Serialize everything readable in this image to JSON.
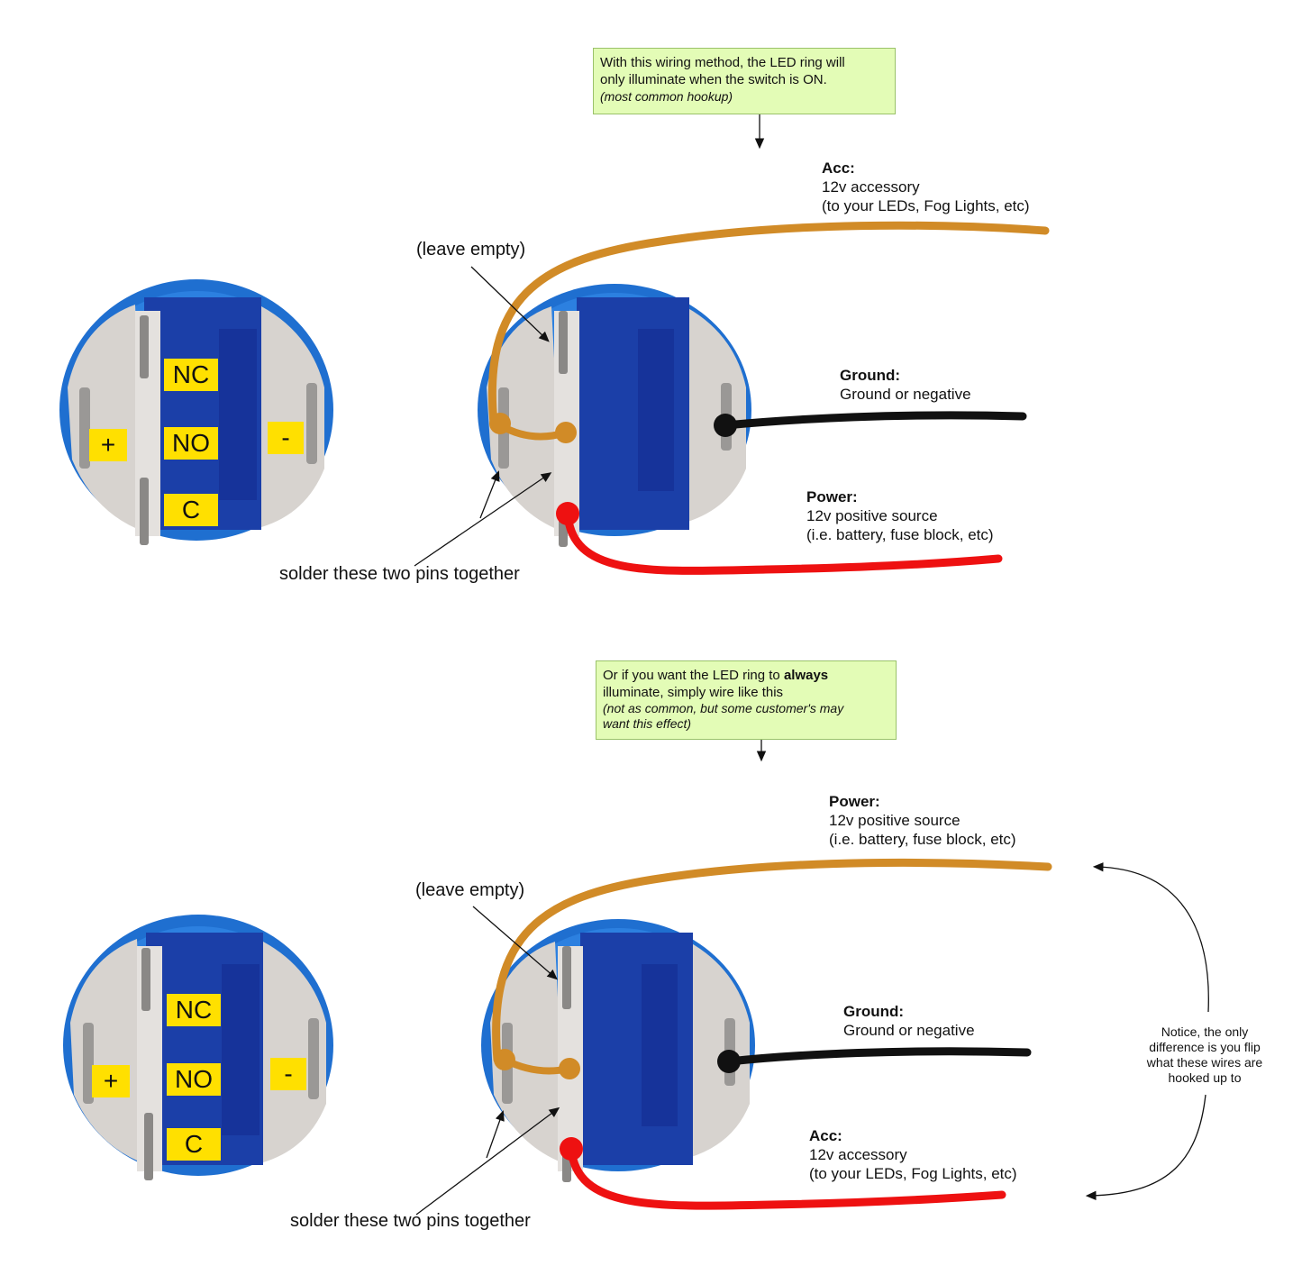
{
  "top": {
    "note_line1": "With this wiring method, the LED ring will",
    "note_line2": "only illuminate when the switch is ON.",
    "note_italic": "(most common hookup)",
    "acc_title": "Acc:",
    "acc_line1": "12v accessory",
    "acc_line2": "(to your LEDs, Fog Lights, etc)",
    "ground_title": "Ground:",
    "ground_line1": "Ground or negative",
    "power_title": "Power:",
    "power_line1": "12v positive source",
    "power_line2": "(i.e. battery, fuse block, etc)",
    "leave_empty": "(leave empty)",
    "solder": "solder these two pins together"
  },
  "bottom": {
    "note_pre": "Or if you want the LED ring to ",
    "note_bold": "always",
    "note_line2": "illuminate, simply wire like this",
    "note_italic1": "(not as common, but some customer's may",
    "note_italic2": "want this effect)",
    "power_title": "Power:",
    "power_line1": "12v positive source",
    "power_line2": "(i.e. battery, fuse block, etc)",
    "ground_title": "Ground:",
    "ground_line1": "Ground or negative",
    "acc_title": "Acc:",
    "acc_line1": "12v accessory",
    "acc_line2": "(to your LEDs, Fog Lights, etc)",
    "leave_empty": "(leave empty)",
    "solder": "solder these two pins together",
    "side_note": "Notice, the only difference is you flip what these wires are hooked up to"
  },
  "pins": {
    "nc": "NC",
    "no": "NO",
    "c": "C",
    "plus": "+",
    "minus": "-"
  },
  "colors": {
    "housing_blue": "#1f6fd0",
    "insert_blue": "#1b3fa8",
    "gray_insert": "#d7d3cf",
    "label_yellow": "#ffe000",
    "acc_wire": "#d18b27",
    "ground_wire": "#111111",
    "power_wire": "#ee1111",
    "note_bg": "#e3fcb6"
  }
}
